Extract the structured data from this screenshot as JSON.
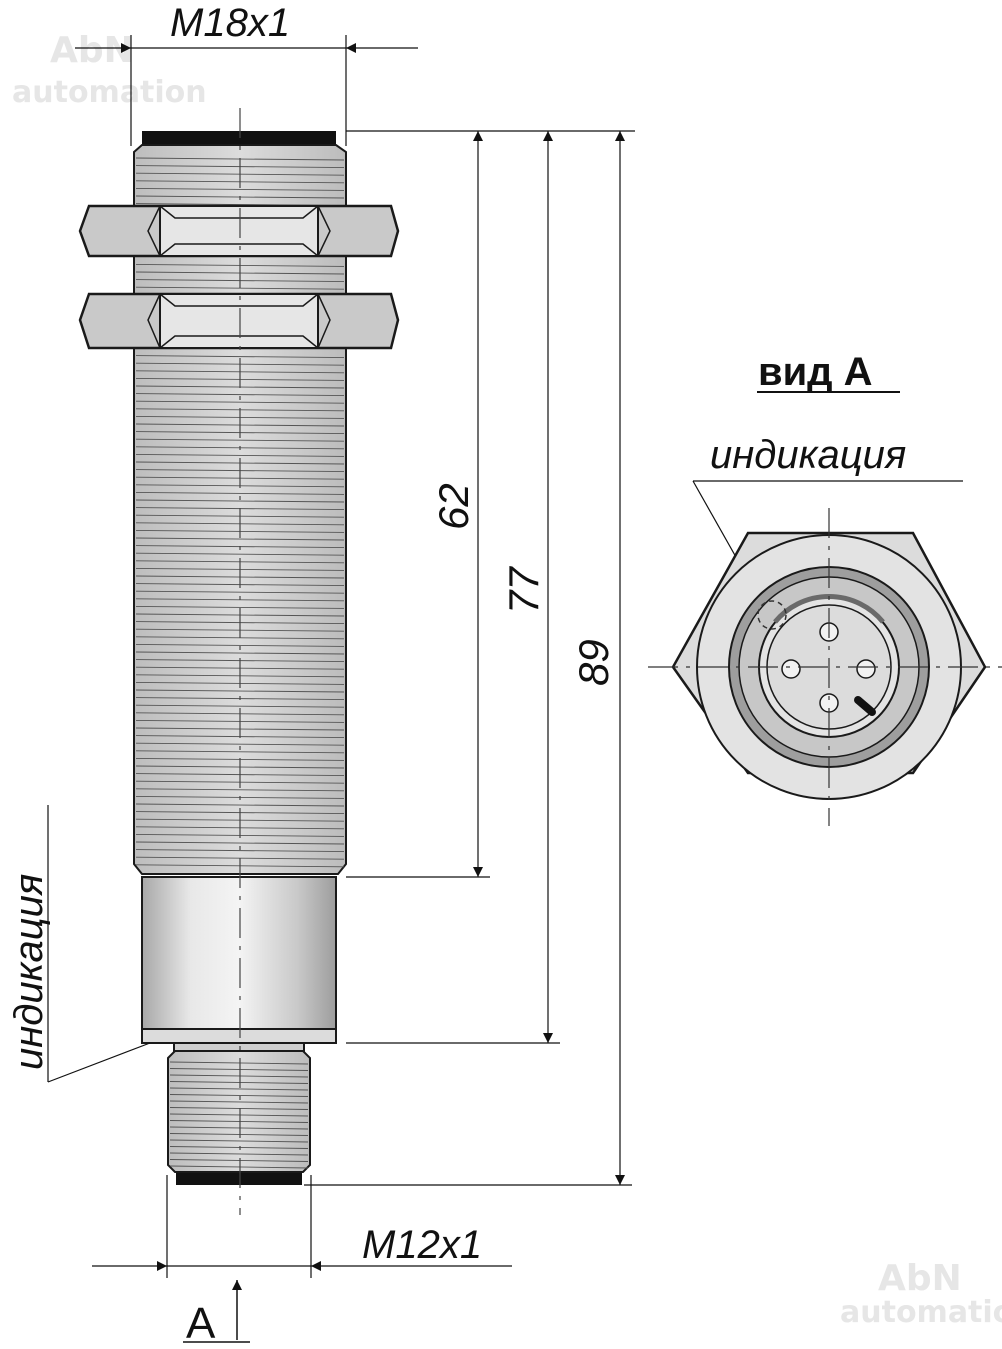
{
  "labels": {
    "thread_top": "M18x1",
    "thread_bottom": "M12x1",
    "view_title": "вид А",
    "indication_right": "индикация",
    "indication_left": "индикация",
    "view_marker": "A"
  },
  "dimensions": {
    "d62": "62",
    "d77": "77",
    "d89": "89"
  },
  "watermark": {
    "brand": "AbN",
    "sub": "automation"
  },
  "colors": {
    "metal": "#d2d2d2",
    "nut": "#c8c8c8",
    "stroke": "#1a1a1a",
    "cap": "#111111"
  }
}
